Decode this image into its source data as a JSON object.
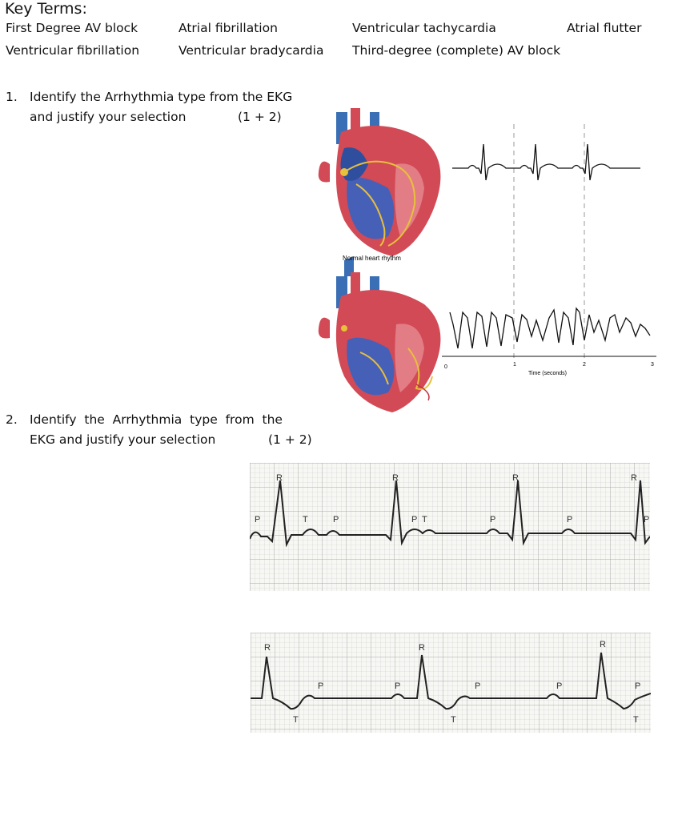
{
  "key_terms": {
    "title": "Key Terms:",
    "row1": [
      "First Degree AV block",
      "Atrial fibrillation",
      "Ventricular tachycardia",
      "Atrial flutter"
    ],
    "row2": [
      "Ventricular fibrillation",
      "Ventricular bradycardia",
      "Third-degree (complete) AV block"
    ]
  },
  "q1": {
    "number": "1.",
    "line1": "Identify the Arrhythmia type from the EKG",
    "line2": "and justify your selection",
    "marks": "(1 + 2)"
  },
  "q2": {
    "number": "2.",
    "line1": "Identify  the  Arrhythmia  type  from  the",
    "line2": "EKG and justify your selection",
    "marks": "(1 + 2)"
  },
  "figure1": {
    "normal_caption": "Normal heart rhythm",
    "time_ticks": [
      "0",
      "1",
      "2",
      "3"
    ],
    "time_label": "Time (seconds)"
  },
  "strip1": {
    "labels": [
      "R",
      "R",
      "R",
      "R",
      "P",
      "T",
      "P",
      "P",
      "T",
      "P",
      "P",
      "P"
    ]
  },
  "strip2": {
    "labels": [
      "R",
      "R",
      "R",
      "P",
      "P",
      "P",
      "P",
      "P",
      "T",
      "T",
      "T"
    ]
  }
}
